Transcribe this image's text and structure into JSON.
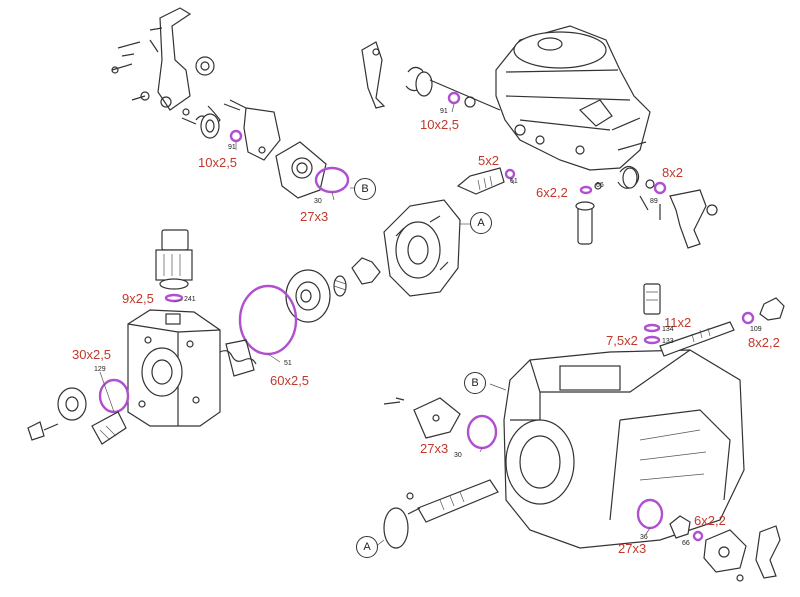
{
  "accent_colors": {
    "seal_label": "#c0392b",
    "seal_ring": "#b04fd0",
    "line": "#333333"
  },
  "labels": {
    "s1": "10x2,5",
    "s2": "27x3",
    "s3": "10x2,5",
    "s4": "5x2",
    "s5": "6x2,2",
    "s6": "8x2",
    "s7": "9x2,5",
    "s8": "30x2,5",
    "s9": "60x2,5",
    "s10": "11x2",
    "s11": "7,5x2",
    "s12": "8x2,2",
    "s13": "27x3",
    "s14": "27x3",
    "s15": "6x2,2"
  },
  "part_numbers": {
    "p1": "91",
    "p2": "30",
    "p3": "91",
    "p4": "61",
    "p5": "66",
    "p6": "89",
    "p7": "241",
    "p8": "129",
    "p9": "51",
    "p10": "134",
    "p11": "133",
    "p12": "109",
    "p13": "30",
    "p14": "36",
    "p15": "66"
  },
  "callouts": {
    "c1": "B",
    "c2": "A",
    "c3": "B",
    "c4": "A"
  }
}
